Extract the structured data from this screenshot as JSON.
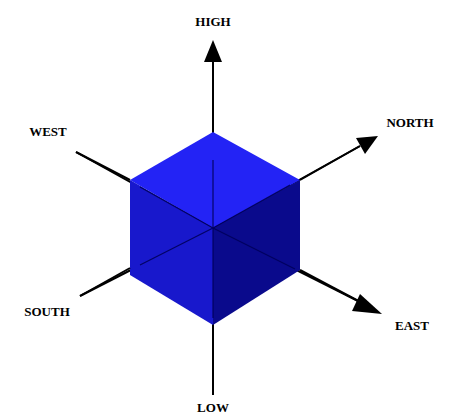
{
  "diagram": {
    "labels": [
      "HIGH",
      "WEST",
      "NORTH",
      "SOUTH",
      "EAST",
      "LOW"
    ]
  }
}
